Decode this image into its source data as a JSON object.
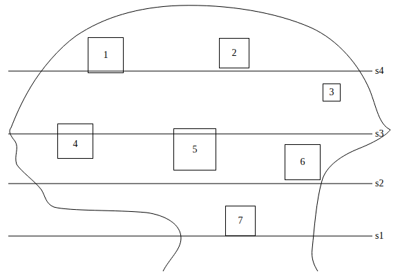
{
  "diagram": {
    "nodes": [
      {
        "text": [
          "1"
        ]
      },
      {
        "text": [
          "2"
        ]
      },
      {
        "text": [
          "3"
        ]
      },
      {
        "text": [
          "4"
        ]
      },
      {
        "text": [
          "5"
        ]
      },
      {
        "text": [
          "6"
        ]
      },
      {
        "text": [
          "7"
        ]
      }
    ],
    "labels": [
      "s4",
      "s3",
      "s2",
      "s1"
    ]
  }
}
